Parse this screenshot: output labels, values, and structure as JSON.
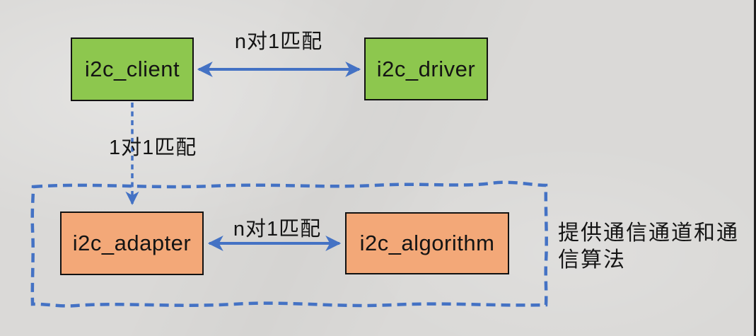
{
  "nodes": {
    "client": {
      "label": "i2c_client"
    },
    "driver": {
      "label": "i2c_driver"
    },
    "adapter": {
      "label": "i2c_adapter"
    },
    "algorithm": {
      "label": "i2c_algorithm"
    }
  },
  "edges": {
    "client_driver": {
      "label": "n对1匹配",
      "type": "double-arrow-solid"
    },
    "client_adapter": {
      "label": "1对1匹配",
      "type": "single-arrow-dashed"
    },
    "adapter_algorithm": {
      "label": "n对1匹配",
      "type": "double-arrow-solid"
    }
  },
  "annotation": {
    "text": "提供通信通道和通信算法"
  },
  "colors": {
    "background": "#dad9d7",
    "green_node": "#8dc74e",
    "orange_node": "#f3a878",
    "arrow": "#4472c4",
    "node_border": "#121212",
    "text": "#141414"
  }
}
